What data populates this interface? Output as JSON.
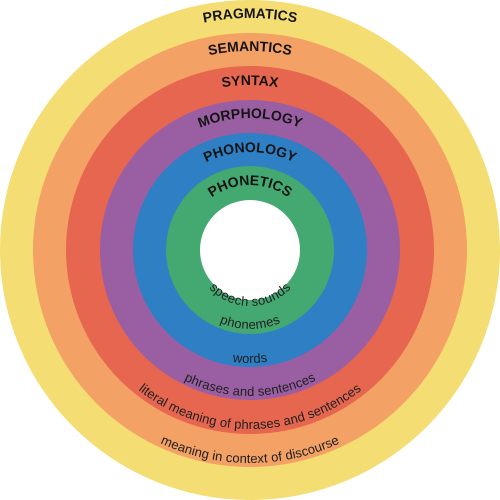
{
  "diagram": {
    "center_color": "#ffffff",
    "rings": [
      {
        "title": "PRAGMATICS",
        "description": "meaning in context of discourse",
        "color": "#f4dd72"
      },
      {
        "title": "SEMANTICS",
        "description": "literal meaning of phrases and sentences",
        "color": "#f3a164"
      },
      {
        "title": "SYNTAX",
        "description": "phrases and sentences",
        "color": "#e7664f"
      },
      {
        "title": "MORPHOLOGY",
        "description": "words",
        "color": "#9a5fa3"
      },
      {
        "title": "PHONOLOGY",
        "description": "phonemes",
        "color": "#2e7fc4"
      },
      {
        "title": "PHONETICS",
        "description": "speech sounds",
        "color": "#44a871"
      }
    ]
  }
}
